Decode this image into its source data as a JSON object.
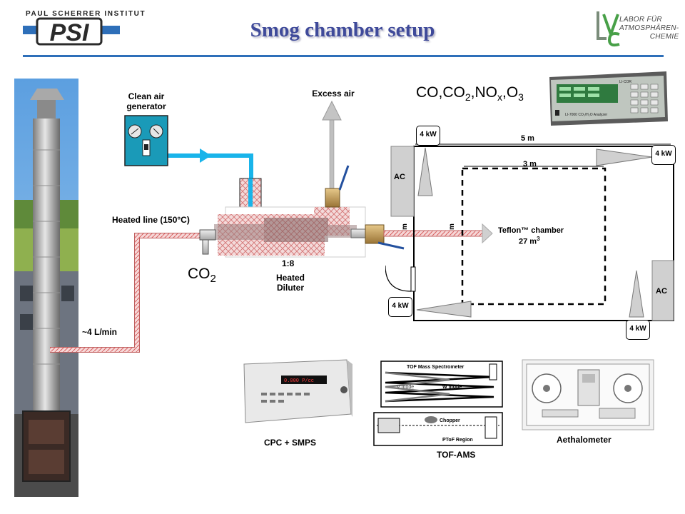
{
  "header": {
    "title": "Smog chamber setup",
    "psi_institute": "PAUL SCHERRER INSTITUT",
    "psi_logo_text": "PSI",
    "lac_lines": [
      "LABOR FÜR",
      "ATMOSPHÄREN-",
      "CHEMIE"
    ]
  },
  "labels": {
    "clean_air": "Clean air generator",
    "excess_air": "Excess air",
    "heated_line": "Heated line (150°C)",
    "co2_base": "CO",
    "co2_sub": "2",
    "ratio": "1:8",
    "diluter": "Heated Diluter",
    "flow": "~4  L/min",
    "gases": {
      "co": "CO,",
      "co2": "CO",
      "co2_sub": "2",
      "nox": ",NO",
      "nox_sub": "x",
      "o3": ",O",
      "o3_sub": "3"
    }
  },
  "chamber": {
    "heater_tl": "4 kW",
    "heater_tr": "4 kW",
    "heater_bl": "4 kW",
    "heater_br": "4 kW",
    "ac_left": "AC",
    "ac_right": "AC",
    "outer_dim": "5 m",
    "inner_dim": "3 m",
    "name": "Teflon™ chamber",
    "volume_base": "27 m",
    "volume_sup": "3"
  },
  "instruments": {
    "cpc": "CPC + SMPS",
    "tof": "TOF-AMS",
    "aeth": "Aethalometer",
    "tof_inner_title": "TOF Mass Spectrometer",
    "tof_v_mode": "V mode",
    "tof_w_mode": "W mode",
    "tof_chopper": "Chopper",
    "tof_ptof": "PToF Region",
    "gas_analyzer_name": "LI-7000 CO₂/H₂O Analyzer",
    "gas_analyzer_brand": "LI-COR",
    "cpc_display": "0.000  P/cc"
  },
  "colors": {
    "title": "#3f4a9a",
    "rule": "#2e6fb9",
    "clean_air_line": "#19b4ea",
    "heated_line": "#e8a0a0",
    "sky": "#7db7e8"
  }
}
